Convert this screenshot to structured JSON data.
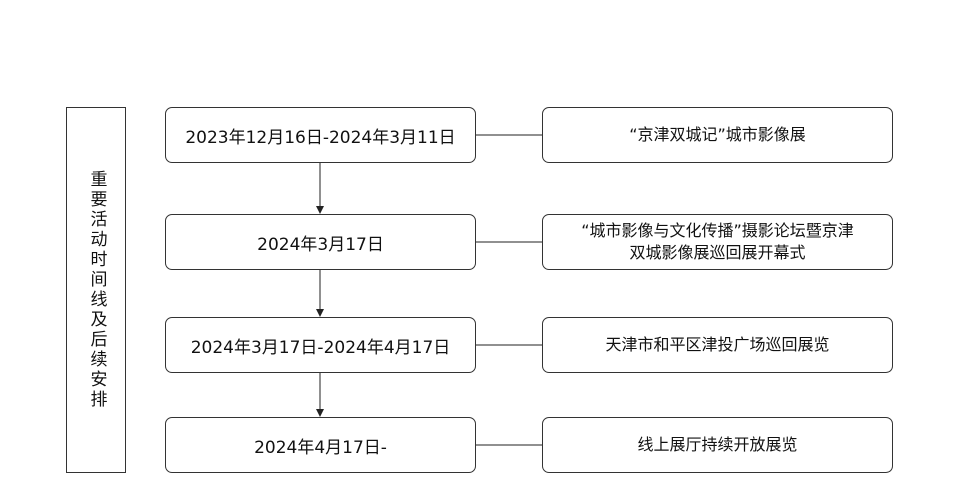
{
  "side_label": "重要活动时间线及后续安排",
  "timeline": [
    {
      "date": "2023年12月16日-2024年3月11日",
      "event": "“京津双城记”城市影像展"
    },
    {
      "date": "2024年3月17日",
      "event": "“城市影像与文化传播”摄影论坛暨京津\n双城影像展巡回展开幕式"
    },
    {
      "date": "2024年3月17日-2024年4月17日",
      "event": "天津市和平区津投广场巡回展览"
    },
    {
      "date": "2024年4月17日-",
      "event": "线上展厅持续开放展览"
    }
  ]
}
